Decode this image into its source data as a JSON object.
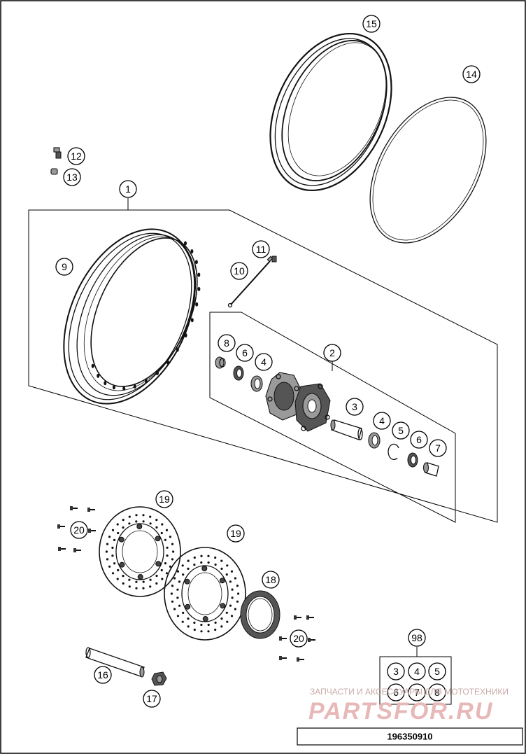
{
  "callouts": {
    "c1": "1",
    "c2": "2",
    "c3": "3",
    "c4a": "4",
    "c4b": "4",
    "c5": "5",
    "c6a": "6",
    "c6b": "6",
    "c7": "7",
    "c8": "8",
    "c9": "9",
    "c10": "10",
    "c11": "11",
    "c12": "12",
    "c13": "13",
    "c14": "14",
    "c15": "15",
    "c16": "16",
    "c17": "17",
    "c18": "18",
    "c19a": "19",
    "c19b": "19",
    "c20a": "20",
    "c20b": "20",
    "c98": "98"
  },
  "kit98": [
    "3",
    "4",
    "5",
    "6",
    "7",
    "8"
  ],
  "watermark": {
    "line1": "ЗАПЧАСТИ И АКСЕССУАРЫ ДЛЯ МОТОТЕХНИКИ",
    "line2": "PARTSFOR.RU"
  },
  "document_number": "196350910"
}
